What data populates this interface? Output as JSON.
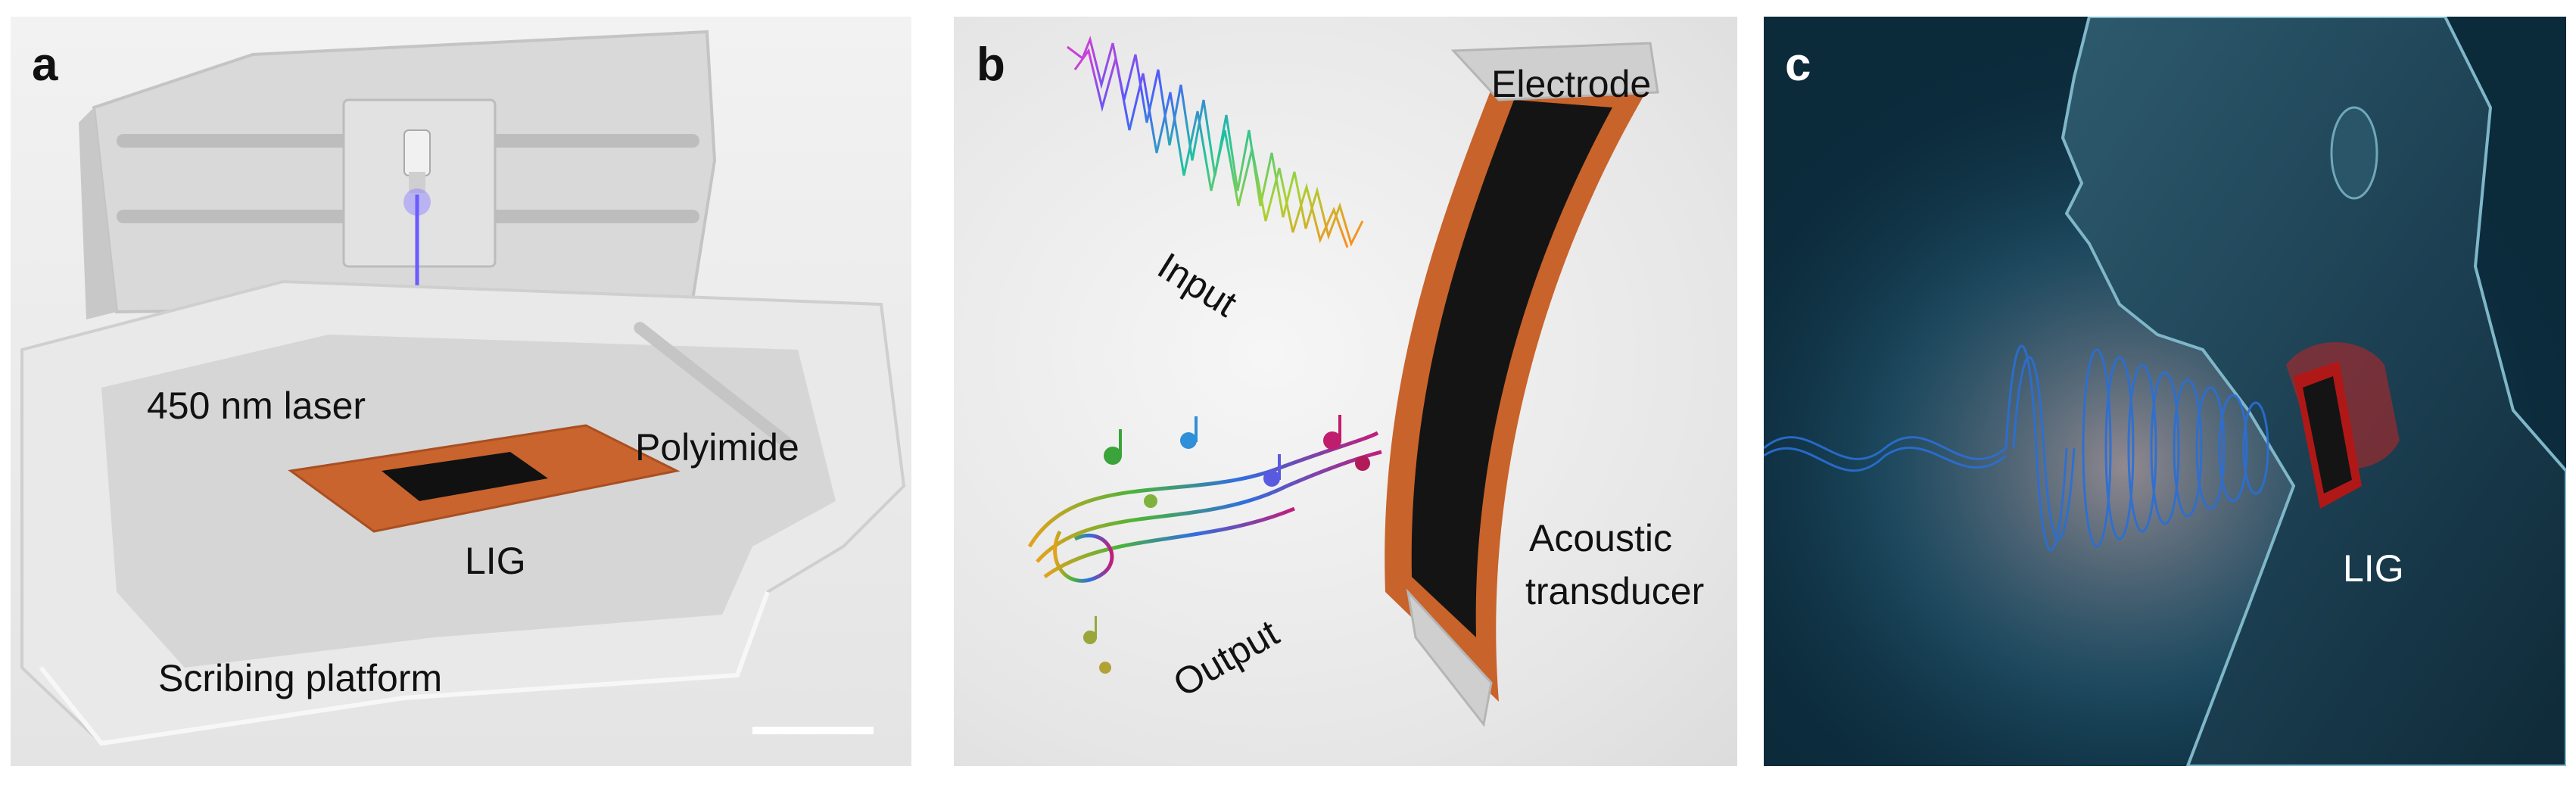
{
  "panels": {
    "a": {
      "letter": "a",
      "labels": {
        "laser": "450 nm laser",
        "polyimide": "Polyimide",
        "lig": "LIG",
        "platform": "Scribing platform"
      }
    },
    "b": {
      "letter": "b",
      "labels": {
        "electrode": "Electrode",
        "input": "Input",
        "output": "Output",
        "transducer_line1": "Acoustic",
        "transducer_line2": "transducer"
      }
    },
    "c": {
      "letter": "c",
      "labels": {
        "lig": "LIG"
      }
    }
  },
  "colors": {
    "laser_beam": "#6a5cff",
    "polyimide": "#c9642e",
    "lig": "#111111",
    "device_red": "#b01818",
    "wave_blue": "#2a6fd6"
  }
}
